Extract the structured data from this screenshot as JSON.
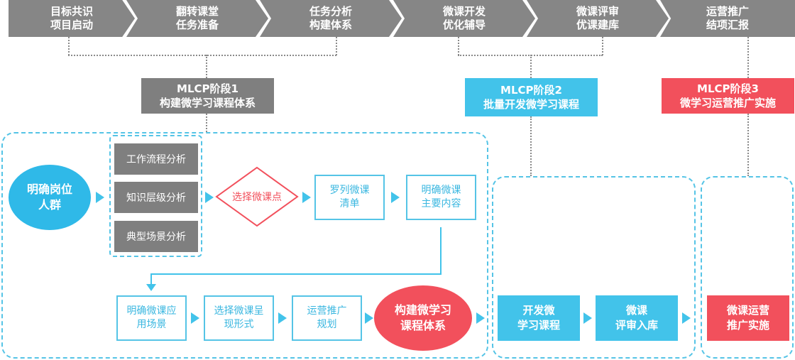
{
  "stages": [
    "目标共识\n项目启动",
    "翻转课堂\n任务准备",
    "任务分析\n构建体系",
    "微课开发\n优化辅导",
    "微课评审\n优课建库",
    "运营推广\n结项汇报"
  ],
  "mlcp": {
    "phase1": "MLCP阶段1\n构建微学习课程体系",
    "phase2": "MLCP阶段2\n批量开发微学习课程",
    "phase3": "MLCP阶段3\n微学习运营推广实施"
  },
  "phase1": {
    "start": "明确岗位\n人群",
    "analysis": [
      "工作流程分析",
      "知识层级分析",
      "典型场景分析"
    ],
    "select_point": "选择微课点",
    "list_courses": "罗列微课\n清单",
    "main_content": "明确微课\n主要内容",
    "scene": "明确微课应\n用场景",
    "form": "选择微课呈\n现形式",
    "ops_plan": "运营推广\n规划",
    "result": "构建微学习\n课程体系"
  },
  "phase2": {
    "develop": "开发微\n学习课程",
    "review": "微课\n评审入库"
  },
  "phase3": {
    "promote": "微课运营\n推广实施"
  },
  "colors": {
    "gray": "#7f7f7f",
    "blue": "#42c3ea",
    "red": "#f2505c"
  }
}
